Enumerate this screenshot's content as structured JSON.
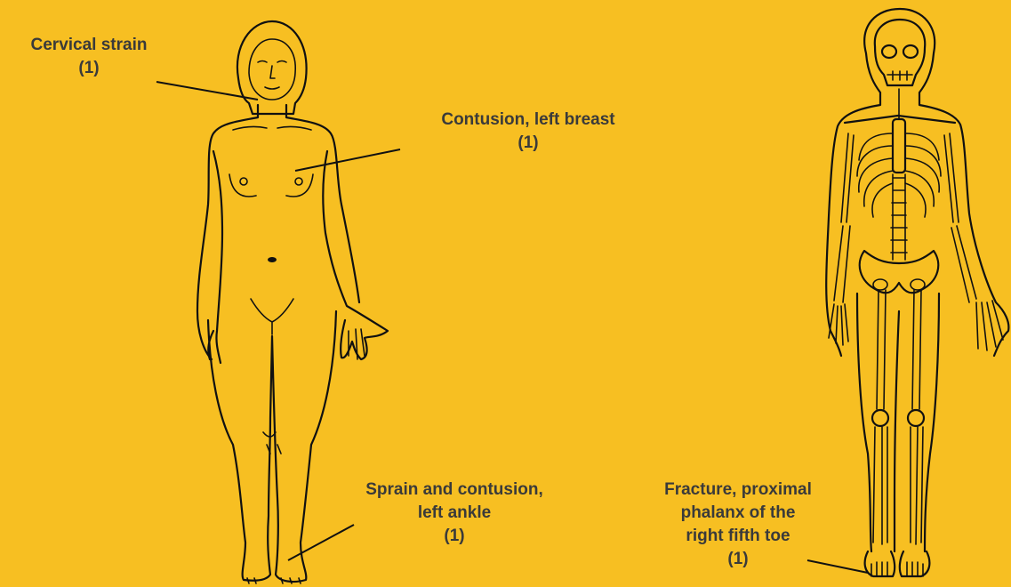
{
  "colors": {
    "background": "#F7BF22",
    "ink": "#111111",
    "text": "#3A3A3A"
  },
  "labels": {
    "cervical": {
      "line1": "Cervical strain",
      "count": "(1)"
    },
    "breast": {
      "line1": "Contusion, left breast",
      "count": "(1)"
    },
    "ankle": {
      "line1": "Sprain and contusion,",
      "line2": "left ankle",
      "count": "(1)"
    },
    "toe": {
      "line1": "Fracture, proximal",
      "line2": "phalanx of the",
      "line3": "right fifth toe",
      "count": "(1)"
    }
  }
}
